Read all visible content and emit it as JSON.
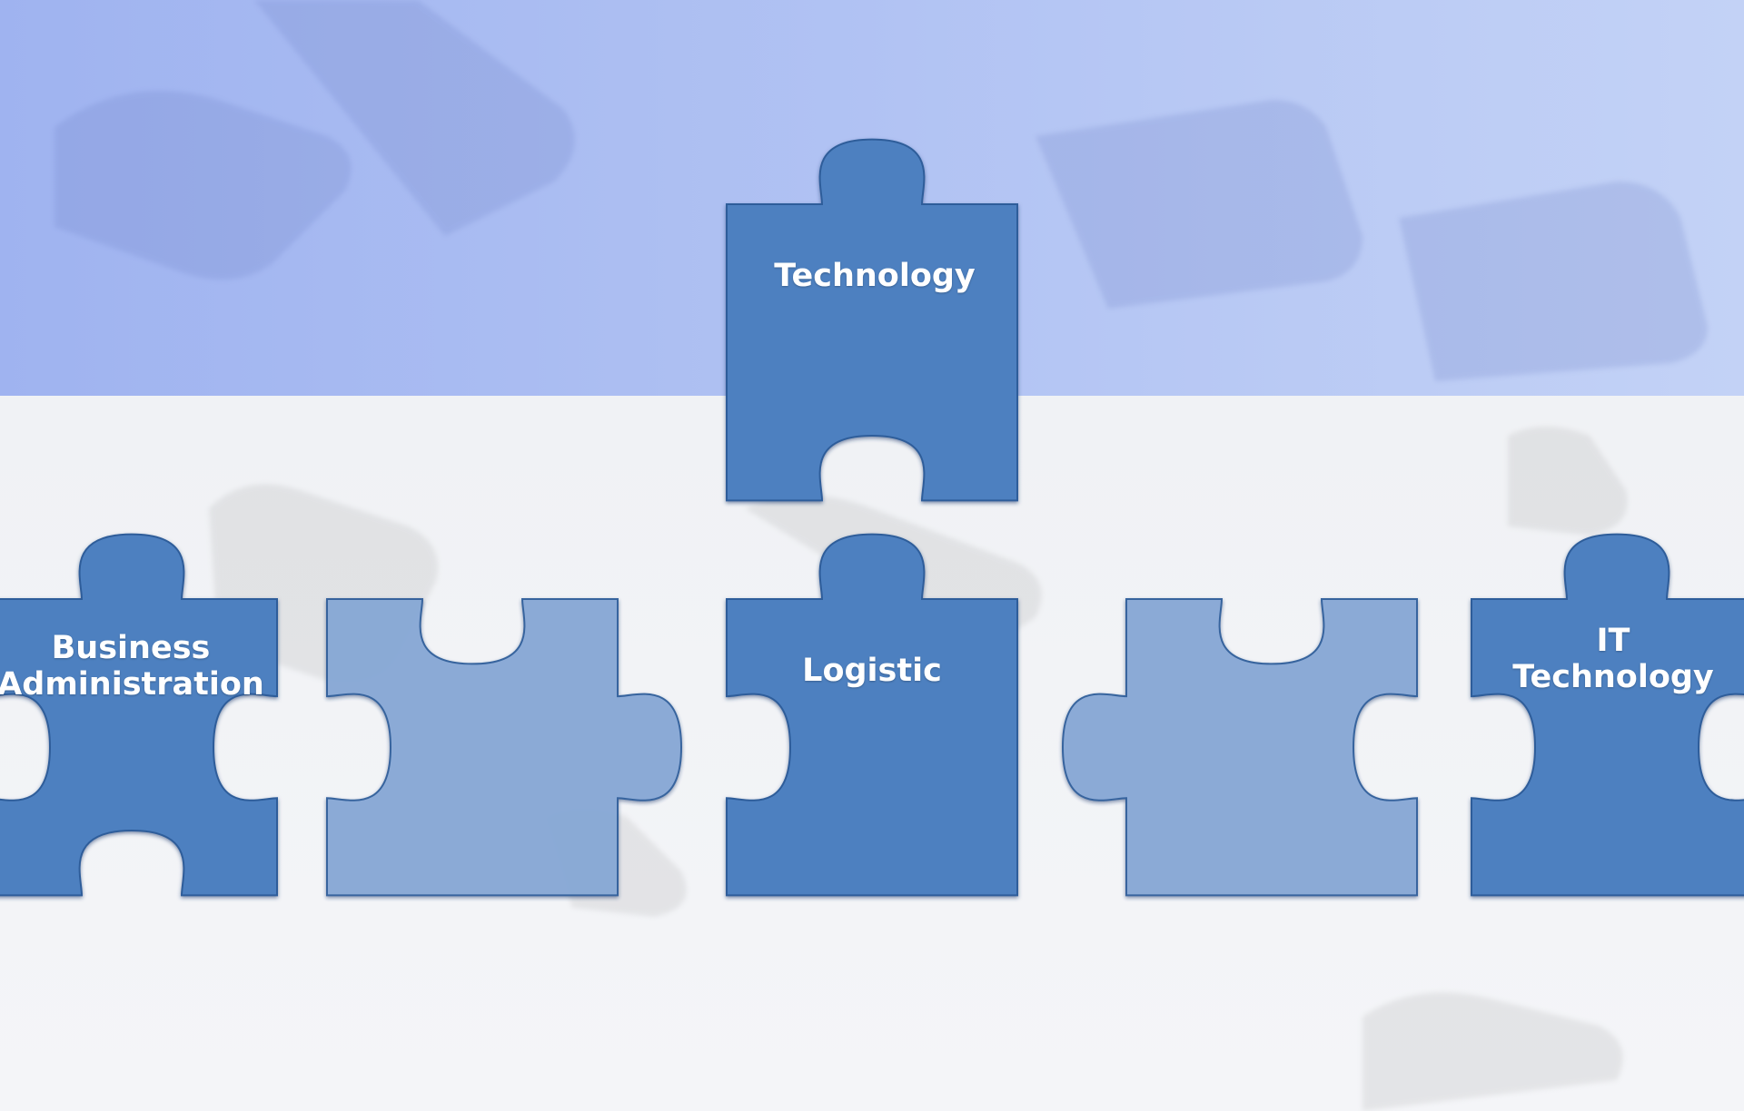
{
  "diagram": {
    "pieces": [
      {
        "name": "technology",
        "lines": [
          "Technology"
        ]
      },
      {
        "name": "business-administration",
        "lines": [
          "Business",
          "Administration"
        ]
      },
      {
        "name": "logistic",
        "lines": [
          "Logistic"
        ]
      },
      {
        "name": "it-technology",
        "lines": [
          "IT",
          "Technology"
        ]
      }
    ]
  },
  "colors": {
    "piece": "#4d80c0",
    "piece_light": "#86a7d5",
    "top_band": "#a8bcf2",
    "background": "#eef0f4"
  }
}
